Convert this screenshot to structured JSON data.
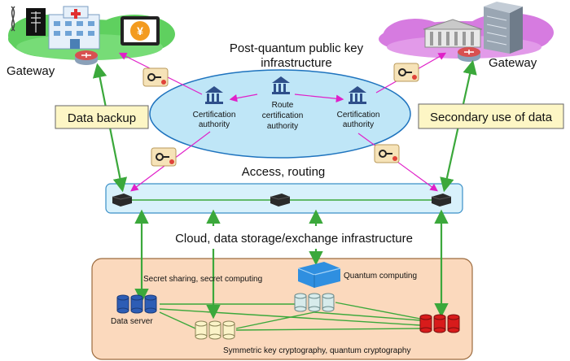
{
  "title_line1": "Post-quantum public key",
  "title_line2": "infrastructure",
  "gateway_left": "Gateway",
  "gateway_right": "Gateway",
  "ca_left": [
    "Certification",
    "authority"
  ],
  "ca_center": [
    "Route",
    "certification",
    "authority"
  ],
  "ca_right": [
    "Certification",
    "authority"
  ],
  "data_backup": "Data backup",
  "secondary_use": "Secondary use of data",
  "access_routing": "Access, routing",
  "cloud_label": "Cloud, data storage/exchange infrastructure",
  "secret_sharing": "Secret sharing, secret computing",
  "quantum_computing": "Quantum computing",
  "data_server": "Data server",
  "symmetric": "Symmetric key cryptography, quantum cryptography",
  "yen_symbol": "¥",
  "colors": {
    "ellipse_fill": "#bfe6f7",
    "ellipse_stroke": "#1e73be",
    "green_line": "#3ba83b",
    "magenta": "#e020c8",
    "cloud_left": "#5fd05f",
    "cloud_right": "#d67be0",
    "bottom_box": "#fbd9bd",
    "label_box": "#fdf6c5"
  },
  "icon_names": [
    "hospital-icon",
    "tablet-yen-icon",
    "router-icon",
    "key-certificate-icon",
    "bank-icon",
    "office-building-icon",
    "switch-icon",
    "database-icon",
    "quantum-computer-icon"
  ]
}
